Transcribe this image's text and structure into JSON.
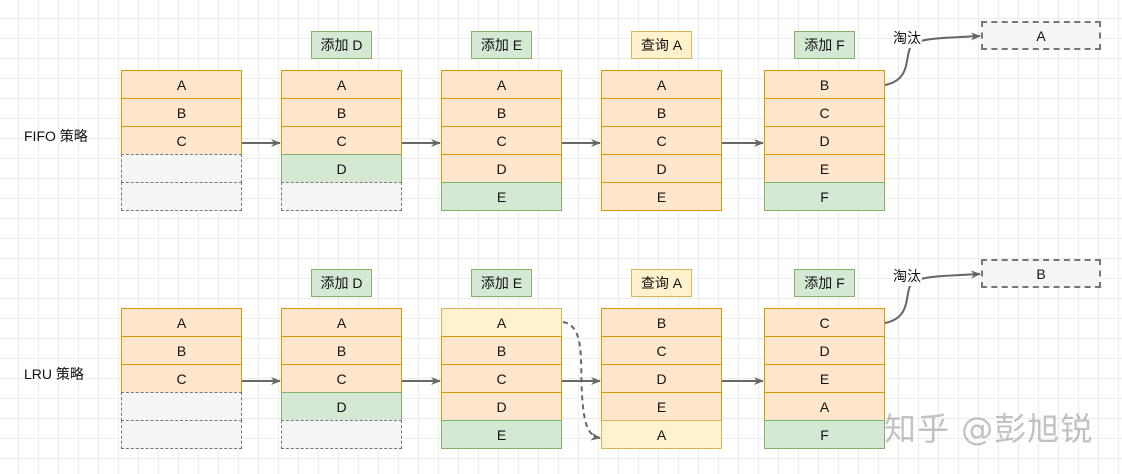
{
  "rows": {
    "fifo": {
      "label": "FIFO 策略",
      "steps": [
        {
          "tag": "",
          "cells": [
            {
              "text": "A",
              "kind": "orange"
            },
            {
              "text": "B",
              "kind": "orange"
            },
            {
              "text": "C",
              "kind": "orange"
            },
            {
              "text": "",
              "kind": "empty"
            },
            {
              "text": "",
              "kind": "empty"
            }
          ]
        },
        {
          "tag": "添加 D",
          "tag_kind": "green",
          "cells": [
            {
              "text": "A",
              "kind": "orange"
            },
            {
              "text": "B",
              "kind": "orange"
            },
            {
              "text": "C",
              "kind": "orange"
            },
            {
              "text": "D",
              "kind": "green"
            },
            {
              "text": "",
              "kind": "empty"
            }
          ]
        },
        {
          "tag": "添加 E",
          "tag_kind": "green",
          "cells": [
            {
              "text": "A",
              "kind": "orange"
            },
            {
              "text": "B",
              "kind": "orange"
            },
            {
              "text": "C",
              "kind": "orange"
            },
            {
              "text": "D",
              "kind": "orange"
            },
            {
              "text": "E",
              "kind": "green"
            }
          ]
        },
        {
          "tag": "查询 A",
          "tag_kind": "yellow",
          "cells": [
            {
              "text": "A",
              "kind": "orange"
            },
            {
              "text": "B",
              "kind": "orange"
            },
            {
              "text": "C",
              "kind": "orange"
            },
            {
              "text": "D",
              "kind": "orange"
            },
            {
              "text": "E",
              "kind": "orange"
            }
          ]
        },
        {
          "tag": "添加 F",
          "tag_kind": "green",
          "cells": [
            {
              "text": "B",
              "kind": "orange"
            },
            {
              "text": "C",
              "kind": "orange"
            },
            {
              "text": "D",
              "kind": "orange"
            },
            {
              "text": "E",
              "kind": "orange"
            },
            {
              "text": "F",
              "kind": "green"
            }
          ]
        }
      ],
      "evict_label": "淘汰",
      "evicted": "A"
    },
    "lru": {
      "label": "LRU 策略",
      "steps": [
        {
          "tag": "",
          "cells": [
            {
              "text": "A",
              "kind": "orange"
            },
            {
              "text": "B",
              "kind": "orange"
            },
            {
              "text": "C",
              "kind": "orange"
            },
            {
              "text": "",
              "kind": "empty"
            },
            {
              "text": "",
              "kind": "empty"
            }
          ]
        },
        {
          "tag": "添加 D",
          "tag_kind": "green",
          "cells": [
            {
              "text": "A",
              "kind": "orange"
            },
            {
              "text": "B",
              "kind": "orange"
            },
            {
              "text": "C",
              "kind": "orange"
            },
            {
              "text": "D",
              "kind": "green"
            },
            {
              "text": "",
              "kind": "empty"
            }
          ]
        },
        {
          "tag": "添加 E",
          "tag_kind": "green",
          "cells": [
            {
              "text": "A",
              "kind": "yellow"
            },
            {
              "text": "B",
              "kind": "orange"
            },
            {
              "text": "C",
              "kind": "orange"
            },
            {
              "text": "D",
              "kind": "orange"
            },
            {
              "text": "E",
              "kind": "green"
            }
          ]
        },
        {
          "tag": "查询 A",
          "tag_kind": "yellow",
          "cells": [
            {
              "text": "B",
              "kind": "orange"
            },
            {
              "text": "C",
              "kind": "orange"
            },
            {
              "text": "D",
              "kind": "orange"
            },
            {
              "text": "E",
              "kind": "orange"
            },
            {
              "text": "A",
              "kind": "yellow"
            }
          ]
        },
        {
          "tag": "添加 F",
          "tag_kind": "green",
          "cells": [
            {
              "text": "C",
              "kind": "orange"
            },
            {
              "text": "D",
              "kind": "orange"
            },
            {
              "text": "E",
              "kind": "orange"
            },
            {
              "text": "A",
              "kind": "orange"
            },
            {
              "text": "F",
              "kind": "green"
            }
          ]
        }
      ],
      "evict_label": "淘汰",
      "evicted": "B"
    }
  },
  "watermark": "知乎 @彭旭锐",
  "colors": {
    "orange_fill": "#ffe6cc",
    "orange_border": "#d79b00",
    "green_fill": "#d5e8d4",
    "green_border": "#82b366",
    "yellow_fill": "#fff2cc",
    "yellow_border": "#d6b656",
    "empty_fill": "#f5f5f5",
    "arrow": "#666666"
  }
}
